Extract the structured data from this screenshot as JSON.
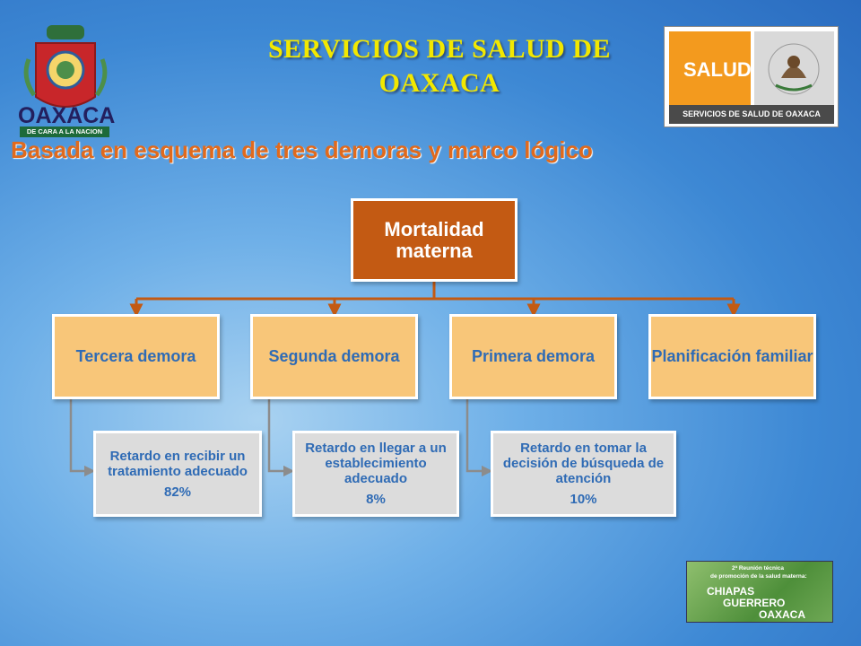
{
  "header": {
    "title": "SERVICIOS DE SALUD DE OAXACA",
    "subtitle": "Basada en esquema de tres demoras y marco lógico"
  },
  "logo_oaxaca": {
    "name": "OAXACA",
    "tagline": "DE CARA A LA NACION"
  },
  "logo_salud": {
    "word": "SALUD",
    "bar_text": "SERVICIOS DE SALUD DE OAXACA"
  },
  "diagram": {
    "root": "Mortalidad materna",
    "level1": [
      {
        "label": "Tercera demora"
      },
      {
        "label": "Segunda demora"
      },
      {
        "label": "Primera demora"
      },
      {
        "label": "Planificación familiar"
      }
    ],
    "level2": [
      {
        "label": "Retardo en recibir un tratamiento adecuado",
        "percent": "82%"
      },
      {
        "label": "Retardo en llegar a un establecimiento adecuado",
        "percent": "8%"
      },
      {
        "label": "Retardo en tomar la decisión de búsqueda de atención",
        "percent": "10%"
      }
    ]
  },
  "footer_logo": {
    "line1": "2ª Reunión técnica",
    "line2": "de promoción de la salud materna:",
    "states": [
      "CHIAPAS",
      "GUERRERO",
      "OAXACA"
    ]
  },
  "colors": {
    "root": "#c35a13",
    "level1": "#f8c679",
    "level2": "#dcdcdc",
    "connector": "#c35a13",
    "sub_connector": "#8c8c8c",
    "title": "#f2e800",
    "subtitle": "#e06a1d"
  }
}
